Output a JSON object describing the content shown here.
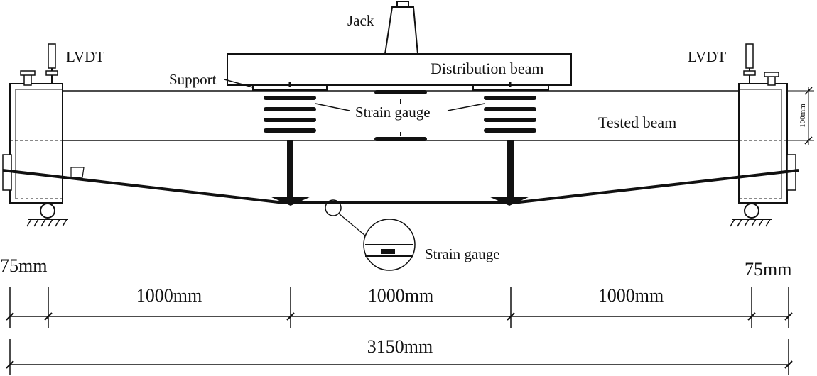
{
  "labels": {
    "jack": "Jack",
    "distribution_beam": "Distribution beam",
    "support": "Support",
    "lvdt_left": "LVDT",
    "lvdt_right": "LVDT",
    "strain_gauge_top": "Strain gauge",
    "strain_gauge_detail": "Strain gauge",
    "tested_beam": "Tested beam",
    "beam_depth": "100mm"
  },
  "dimensions": {
    "overhang_left": "75mm",
    "overhang_right": "75mm",
    "span_1": "1000mm",
    "span_2": "1000mm",
    "span_3": "1000mm",
    "total": "3150mm"
  }
}
